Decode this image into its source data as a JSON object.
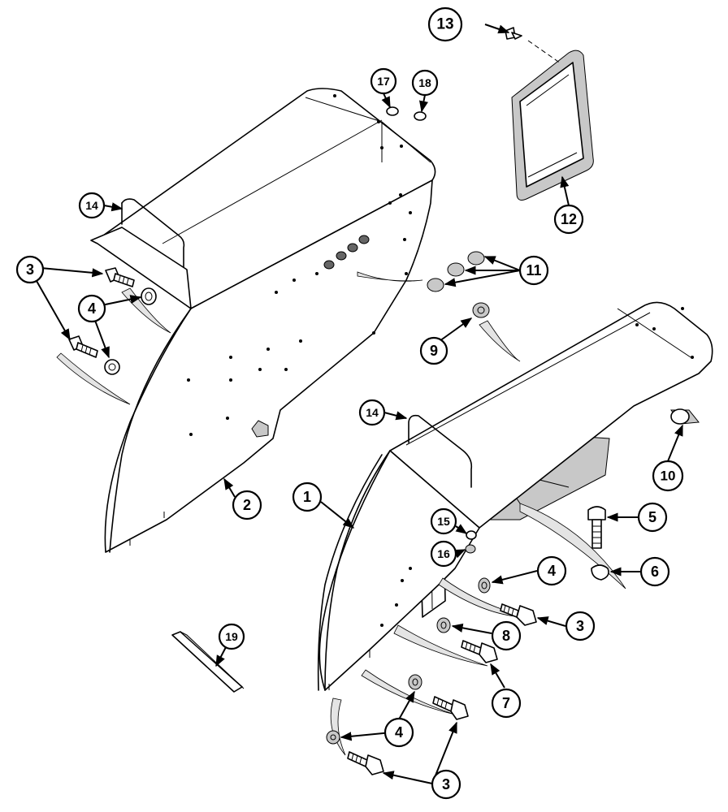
{
  "callouts": {
    "c1": "1",
    "c2": "2",
    "c3a": "3",
    "c3b": "3",
    "c3c": "3",
    "c4a": "4",
    "c4b": "4",
    "c4c": "4",
    "c5": "5",
    "c6": "6",
    "c7": "7",
    "c8": "8",
    "c9": "9",
    "c10": "10",
    "c11": "11",
    "c12": "12",
    "c13": "13",
    "c14a": "14",
    "c14b": "14",
    "c15": "15",
    "c16": "16",
    "c17": "17",
    "c18": "18",
    "c19": "19"
  }
}
